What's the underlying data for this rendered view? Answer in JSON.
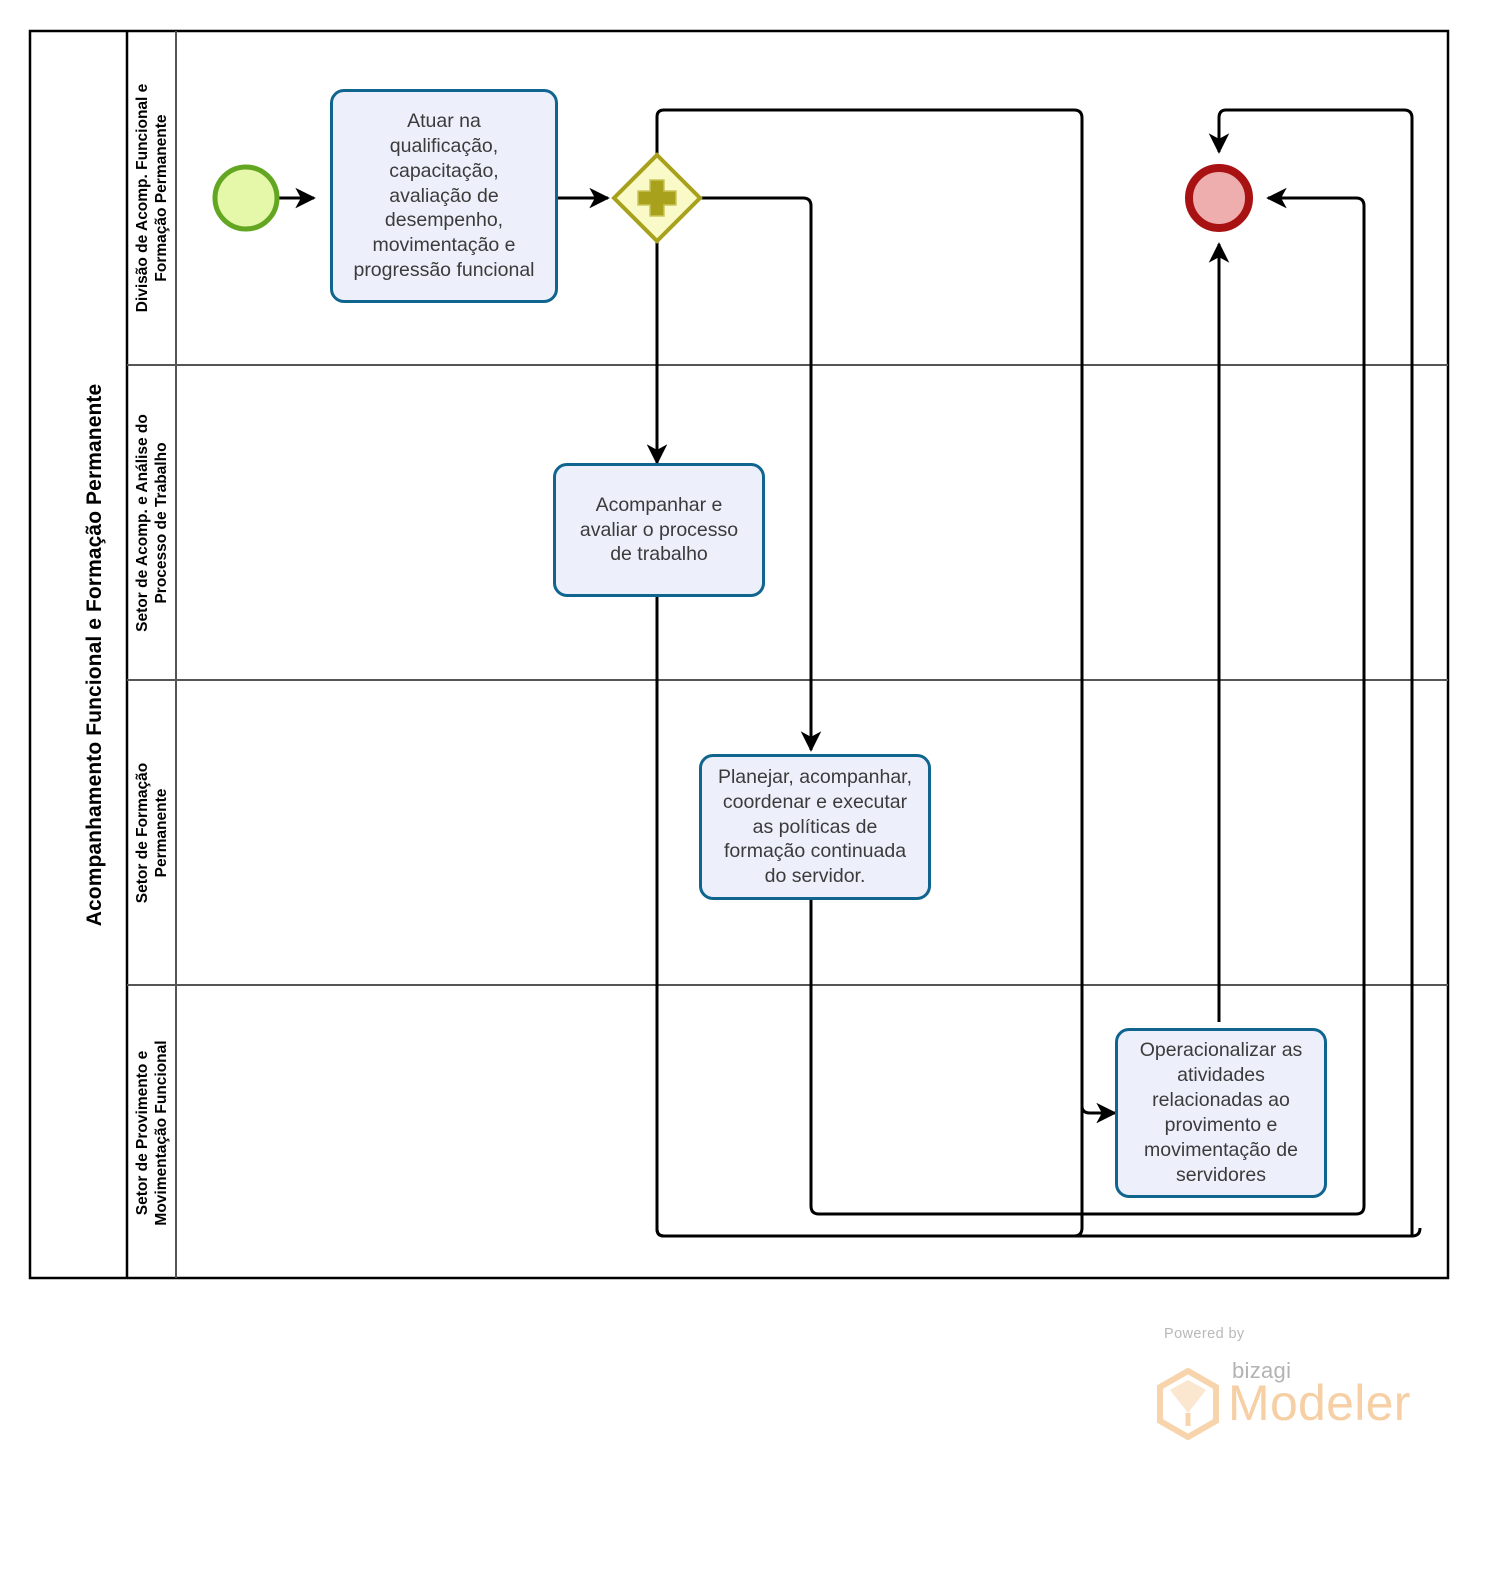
{
  "diagram": {
    "type": "bpmn-process-diagram",
    "pool_title": "Acompanhamento Funcional e Formação Permanente",
    "lanes": [
      {
        "id": "lane-1",
        "label": "Divisão de Acomp. Funcional e\nFormação Permanente"
      },
      {
        "id": "lane-2",
        "label": "Setor de Acomp. e Análise do\nProcesso de Trabalho"
      },
      {
        "id": "lane-3",
        "label": "Setor de Formação\nPermanente"
      },
      {
        "id": "lane-4",
        "label": "Setor de Provimento e\nMovimentação Funcional"
      }
    ],
    "events": [
      {
        "id": "start-event",
        "kind": "start",
        "lane": "lane-1",
        "fill": "#E5F7A8",
        "stroke": "#63A621"
      },
      {
        "id": "end-event",
        "kind": "end",
        "lane": "lane-1",
        "fill": "#EFAEAE",
        "stroke": "#A91212"
      }
    ],
    "gateways": [
      {
        "id": "parallel-gateway",
        "kind": "parallel",
        "marker": "+",
        "lane": "lane-1",
        "fill": "#FAFAC8",
        "stroke": "#A8A11C"
      }
    ],
    "tasks": [
      {
        "id": "task-1",
        "lane": "lane-1",
        "label": "Atuar na\nqualificação,\ncapacitação,\navaliação de\ndesempenho,\nmovimentação e\nprogressão funcional"
      },
      {
        "id": "task-2",
        "lane": "lane-2",
        "label": "Acompanhar e\navaliar o processo\nde trabalho"
      },
      {
        "id": "task-3",
        "lane": "lane-3",
        "label": "Planejar, acompanhar,\ncoordenar e executar\nas políticas de\nformação continuada\ndo servidor."
      },
      {
        "id": "task-4",
        "lane": "lane-4",
        "label": "Operacionalizar as\natividades\nrelacionadas ao\nprovimento e\nmovimentação de\nservidores"
      }
    ],
    "colors": {
      "task_fill": "#EDF0FB",
      "task_stroke": "#10658F",
      "lane_border": "#555555",
      "pool_border": "#000000",
      "flow_stroke": "#000000",
      "text": "#3B3B3B"
    }
  },
  "watermark": {
    "powered_by": "Powered by",
    "brand": "bizagi",
    "product": "Modeler",
    "brand_color": "#F6CFA4"
  }
}
